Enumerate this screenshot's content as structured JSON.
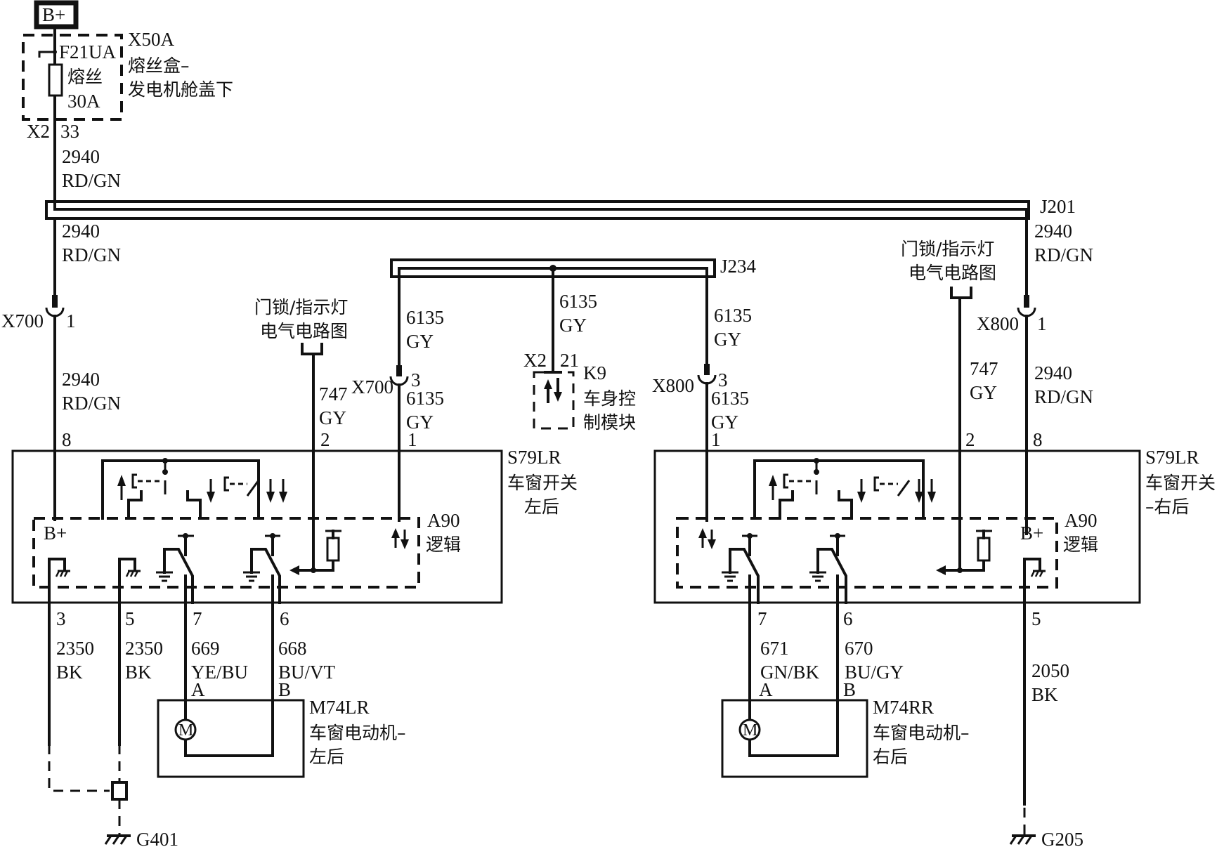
{
  "power": {
    "label": "B+"
  },
  "fuse_box": {
    "connector": "X50A",
    "name_line1": "熔丝盒–",
    "name_line2": "发电机舱盖下",
    "fuse_id": "F21UA",
    "fuse_word": "熔丝",
    "fuse_rating": "30A",
    "out_connector": "X2",
    "out_pin": "33"
  },
  "wires": {
    "main_top": {
      "circuit": "2940",
      "color": "RD/GN"
    },
    "left_after_splice": {
      "circuit": "2940",
      "color": "RD/GN"
    },
    "left_after_x700": {
      "circuit": "2940",
      "color": "RD/GN"
    },
    "right_after_splice": {
      "circuit": "2940",
      "color": "RD/GN"
    },
    "right_after_x800": {
      "circuit": "2940",
      "color": "RD/GN"
    },
    "j234_left": {
      "circuit": "6135",
      "color": "GY"
    },
    "j234_mid": {
      "circuit": "6135",
      "color": "GY"
    },
    "j234_right": {
      "circuit": "6135",
      "color": "GY"
    },
    "left_x700_3": {
      "circuit": "6135",
      "color": "GY"
    },
    "right_x800_3": {
      "circuit": "6135",
      "color": "GY"
    },
    "left_747": {
      "circuit": "747",
      "color": "GY"
    },
    "right_747": {
      "circuit": "747",
      "color": "GY"
    },
    "left_gnd3": {
      "circuit": "2350",
      "color": "BK"
    },
    "left_gnd5": {
      "circuit": "2350",
      "color": "BK"
    },
    "left_motor_a": {
      "circuit": "669",
      "color": "YE/BU"
    },
    "left_motor_b": {
      "circuit": "668",
      "color": "BU/VT"
    },
    "right_motor_a": {
      "circuit": "671",
      "color": "GN/BK"
    },
    "right_motor_b": {
      "circuit": "670",
      "color": "BU/GY"
    },
    "right_gnd5": {
      "circuit": "2050",
      "color": "BK"
    }
  },
  "splices": {
    "top": "J201",
    "middle": "J234"
  },
  "connectors": {
    "left_x700_1": {
      "name": "X700",
      "pin": "1"
    },
    "left_x700_3": {
      "name": "X700",
      "pin": "3"
    },
    "right_x800_1": {
      "name": "X800",
      "pin": "1"
    },
    "right_x800_3": {
      "name": "X800",
      "pin": "3"
    },
    "k9_x2": {
      "name": "X2",
      "pin": "21"
    }
  },
  "references": {
    "left_ref_line1": "门锁/指示灯",
    "left_ref_line2": "电气电路图",
    "right_ref_line1": "门锁/指示灯",
    "right_ref_line2": "电气电路图"
  },
  "k9": {
    "id": "K9",
    "name_line1": "车身控",
    "name_line2": "制模块"
  },
  "left_switch": {
    "id": "S79LR",
    "name_line1": "车窗开关",
    "name_line2": "左后",
    "logic_id": "A90",
    "logic_name": "逻辑",
    "bplus": "B+",
    "pins": {
      "top_8": "8",
      "top_2": "2",
      "top_1": "1",
      "bot_3": "3",
      "bot_5": "5",
      "bot_7": "7",
      "bot_6": "6"
    }
  },
  "right_switch": {
    "id": "S79LR",
    "name_line1": "车窗开关",
    "name_line2": "–右后",
    "logic_id": "A90",
    "logic_name": "逻辑",
    "bplus": "B+",
    "pins": {
      "top_1": "1",
      "top_2": "2",
      "top_8": "8",
      "bot_7": "7",
      "bot_6": "6",
      "bot_5": "5"
    }
  },
  "left_motor": {
    "id": "M74LR",
    "name_line1": "车窗电动机–",
    "name_line2": "左后",
    "symbol": "M",
    "pin_a": "A",
    "pin_b": "B"
  },
  "right_motor": {
    "id": "M74RR",
    "name_line1": "车窗电动机–",
    "name_line2": "右后",
    "symbol": "M",
    "pin_a": "A",
    "pin_b": "B"
  },
  "grounds": {
    "left": "G401",
    "right": "G205"
  }
}
